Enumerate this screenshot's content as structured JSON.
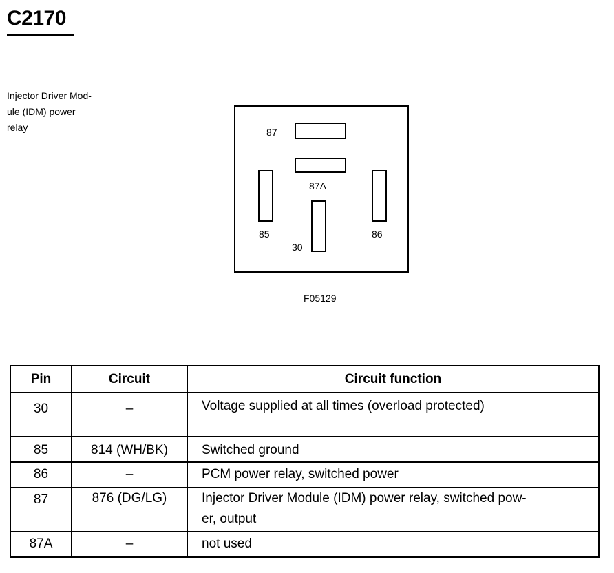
{
  "connector": {
    "title": "C2170",
    "description_lines": [
      "Injector Driver Mod-",
      "ule (IDM) power",
      "relay"
    ],
    "figure_id": "F05129"
  },
  "relay_pins": {
    "p87": "87",
    "p87a": "87A",
    "p85": "85",
    "p86": "86",
    "p30": "30"
  },
  "table": {
    "headers": {
      "pin": "Pin",
      "circuit": "Circuit",
      "function": "Circuit function"
    },
    "rows": [
      {
        "pin": "30",
        "circuit": "–",
        "function_lines": [
          "Voltage supplied at all times (overload protected)"
        ]
      },
      {
        "pin": "85",
        "circuit": "814 (WH/BK)",
        "function_lines": [
          "Switched ground"
        ]
      },
      {
        "pin": "86",
        "circuit": "–",
        "function_lines": [
          "PCM power relay, switched power"
        ]
      },
      {
        "pin": "87",
        "circuit": "876 (DG/LG)",
        "function_lines": [
          "Injector Driver Module (IDM) power relay, switched pow-",
          "er, output"
        ]
      },
      {
        "pin": "87A",
        "circuit": "–",
        "function_lines": [
          "not used"
        ]
      }
    ]
  }
}
